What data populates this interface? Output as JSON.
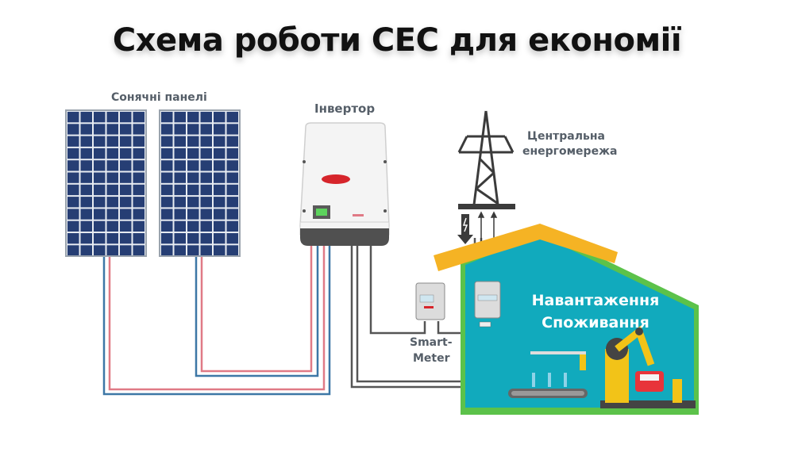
{
  "title": "Схема роботи СЕС для економії",
  "labels": {
    "solar_panels": "Сонячні панелі",
    "inverter": "Інвертор",
    "grid_line1": "Центральна",
    "grid_line2": "енергомережа",
    "smart_meter_line1": "Smart-",
    "smart_meter_line2": "Meter",
    "load_line1": "Навантаження",
    "load_line2": "Споживання"
  },
  "colors": {
    "panel_cell": "#263e74",
    "panel_frame": "#9aa3ad",
    "dc_positive": "#e07a86",
    "dc_negative": "#3d77a6",
    "ac_wire": "#555555",
    "roof": "#f5b324",
    "house_fill": "#11aabd",
    "house_border": "#5cc24a",
    "inverter_body": "#f4f4f4",
    "inverter_base": "#505050",
    "logo_red": "#d6252b",
    "tower": "#3b3b3b",
    "robot_yellow": "#f2c318"
  },
  "icons": [
    "solar-panel-icon",
    "inverter-icon",
    "power-tower-icon",
    "smart-meter-icon",
    "grid-meter-icon",
    "lightning-icon",
    "house-icon",
    "robot-arm-icon",
    "conveyor-icon",
    "car-icon"
  ]
}
